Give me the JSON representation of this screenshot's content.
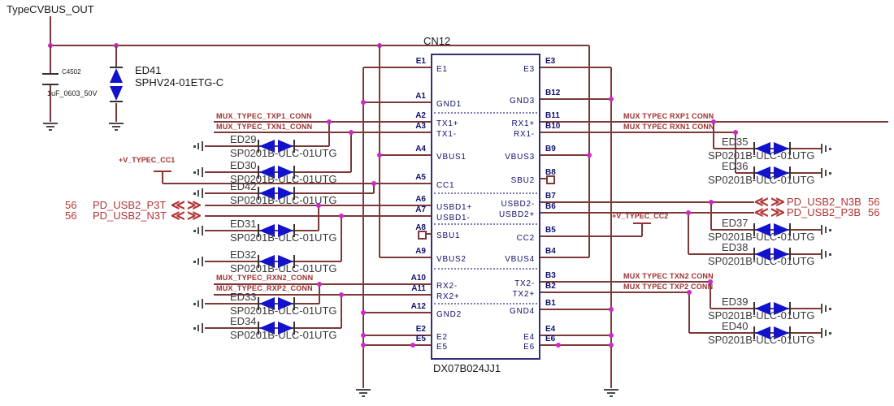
{
  "power_nets": {
    "vbus_label": "TypeCVBUS_OUT",
    "cc1": "+V_TYPEC_CC1",
    "cc2": "+V_TYPEC_CC2"
  },
  "capacitor": {
    "ref": "C4502",
    "value": "1uF_0603_50V"
  },
  "vbus_tvs": {
    "ref": "ED41",
    "part": "SPHV24-01ETG-C"
  },
  "connector": {
    "ref": "CN12",
    "part": "DX07B024JJ1",
    "left_pins": [
      {
        "num": "E1",
        "name": "E1"
      },
      {
        "num": "A1",
        "name": "GND1"
      },
      {
        "num": "A2",
        "name": "TX1+"
      },
      {
        "num": "A3",
        "name": "TX1-"
      },
      {
        "num": "A4",
        "name": "VBUS1"
      },
      {
        "num": "A5",
        "name": "CC1"
      },
      {
        "num": "A6",
        "name": "USBD1+"
      },
      {
        "num": "A7",
        "name": "USBD1-"
      },
      {
        "num": "A8",
        "name": "SBU1"
      },
      {
        "num": "A9",
        "name": "VBUS2"
      },
      {
        "num": "A10",
        "name": "RX2-"
      },
      {
        "num": "A11",
        "name": "RX2+"
      },
      {
        "num": "A12",
        "name": "GND2"
      },
      {
        "num": "E2",
        "name": "E2"
      },
      {
        "num": "E5",
        "name": "E5"
      }
    ],
    "right_pins": [
      {
        "num": "E3",
        "name": "E3"
      },
      {
        "num": "B12",
        "name": "GND3"
      },
      {
        "num": "B11",
        "name": "RX1+"
      },
      {
        "num": "B10",
        "name": "RX1-"
      },
      {
        "num": "B9",
        "name": "VBUS3"
      },
      {
        "num": "B8",
        "name": "SBU2"
      },
      {
        "num": "B7",
        "name": "USBD2-"
      },
      {
        "num": "B6",
        "name": "USBD2+"
      },
      {
        "num": "B5",
        "name": "CC2"
      },
      {
        "num": "B4",
        "name": "VBUS4"
      },
      {
        "num": "B3",
        "name": "TX2-"
      },
      {
        "num": "B2",
        "name": "TX2+"
      },
      {
        "num": "B1",
        "name": "GND4"
      },
      {
        "num": "E4",
        "name": "E4"
      },
      {
        "num": "E6",
        "name": "E6"
      }
    ]
  },
  "nets": {
    "left": [
      {
        "label": "MUX_TYPEC_TXP1_CONN"
      },
      {
        "label": "MUX_TYPEC_TXN1_CONN"
      },
      {
        "label": "MUX_TYPEC_RXN2_CONN"
      },
      {
        "label": "MUX_TYPEC_RXP2_CONN"
      }
    ],
    "right": [
      {
        "label": "MUX TYPEC RXP1 CONN"
      },
      {
        "label": "MUX TYPEC RXN1 CONN"
      },
      {
        "label": "MUX TYPEC TXN2 CONN"
      },
      {
        "label": "MUX TYPEC TXP2 CONN"
      }
    ]
  },
  "offpage": {
    "left": [
      {
        "page": "56",
        "name": "PD_USB2_P3T"
      },
      {
        "page": "56",
        "name": "PD_USB2_N3T"
      }
    ],
    "right": [
      {
        "name": "PD_USB2_N3B",
        "page": "56"
      },
      {
        "name": "PD_USB2_P3B",
        "page": "56"
      }
    ]
  },
  "esd_diodes": {
    "part": "SP0201B-ULC-01UTG",
    "left": [
      {
        "ref": "ED29"
      },
      {
        "ref": "ED30"
      },
      {
        "ref": "ED42"
      },
      {
        "ref": "ED31"
      },
      {
        "ref": "ED32"
      },
      {
        "ref": "ED33"
      },
      {
        "ref": "ED34"
      }
    ],
    "right": [
      {
        "ref": "ED35"
      },
      {
        "ref": "ED36"
      },
      {
        "ref": "ED37"
      },
      {
        "ref": "ED38"
      },
      {
        "ref": "ED39"
      },
      {
        "ref": "ED40"
      }
    ]
  },
  "colors": {
    "wire": "#7d3838",
    "junction": "#cc2acc",
    "pin_text": "#10106e",
    "net_label": "#9c3030",
    "offpage_label": "#b23535",
    "component_text": "#3c3c3c",
    "diode_fill": "#1212cc",
    "symbol_gray": "#4a4a4a",
    "box_border": "#32327a"
  }
}
